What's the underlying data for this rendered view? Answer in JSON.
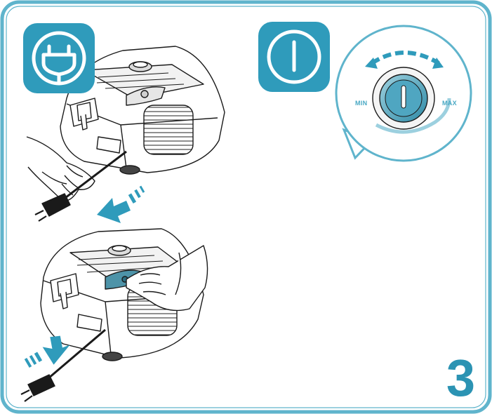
{
  "panel": {
    "step_number": "3",
    "border_color": "#5fb4cc",
    "accent_color": "#2f9bbb",
    "part_color": "#4d93a8"
  },
  "dial": {
    "min_label": "MIN",
    "max_label": "MAX"
  },
  "icons": {
    "unplug": "plug-icon",
    "power": "power-switch-icon",
    "suction_level_dial": "signal-bars-icon",
    "suction_level_handle": "signal-bars-icon"
  }
}
